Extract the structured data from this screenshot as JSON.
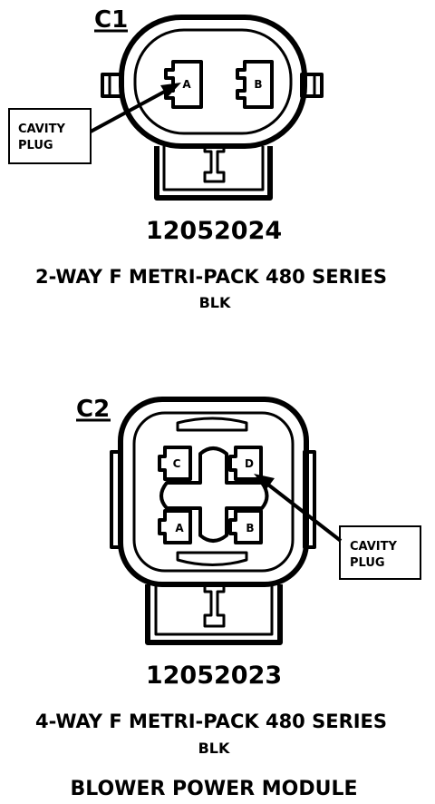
{
  "connectors": [
    {
      "id": "C1",
      "label": "C1",
      "cavities": [
        "A",
        "B"
      ],
      "callout": "CAVITY\nPLUG",
      "part_number": "12052024",
      "description": "2-WAY F METRI-PACK 480 SERIES",
      "color": "BLK"
    },
    {
      "id": "C2",
      "label": "C2",
      "cavities": [
        "C",
        "D",
        "A",
        "B"
      ],
      "callout": "CAVITY\nPLUG",
      "part_number": "12052023",
      "description": "4-WAY F METRI-PACK 480 SERIES",
      "color": "BLK"
    }
  ],
  "footer_title": "BLOWER POWER MODULE"
}
